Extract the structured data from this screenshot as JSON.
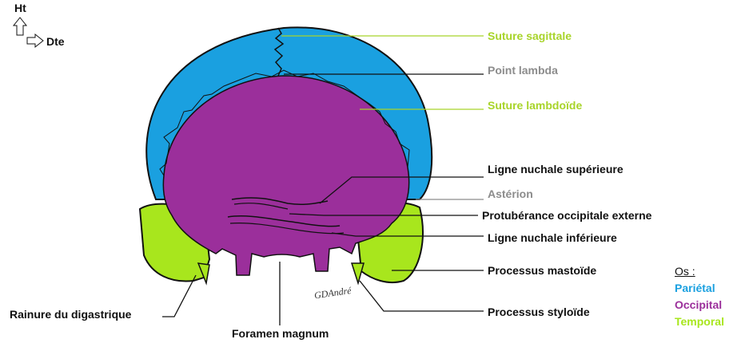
{
  "orientation": {
    "up": "Ht",
    "right": "Dte"
  },
  "labels": {
    "suture_sagittale": "Suture sagittale",
    "point_lambda": "Point lambda",
    "suture_lambdoide": "Suture lambdoïde",
    "ligne_nuchale_superieure": "Ligne nuchale supérieure",
    "asterion": "Astérion",
    "protuberance": "Protubérance occipitale externe",
    "ligne_nuchale_inferieure": "Ligne nuchale inférieure",
    "processus_mastoide": "Processus mastoïde",
    "processus_styloide": "Processus styloïde",
    "rainure_digastrique": "Rainure du digastrique",
    "foramen_magnum": "Foramen magnum"
  },
  "legend": {
    "title": "Os :",
    "items": [
      {
        "label": "Pariétal",
        "color": "#1aa0e0"
      },
      {
        "label": "Occipital",
        "color": "#9b2f9b"
      },
      {
        "label": "Temporal",
        "color": "#a8e61d"
      }
    ]
  },
  "signature": "GDAndré",
  "colors": {
    "parietal": "#1aa0e0",
    "occipital": "#9b2f9b",
    "temporal": "#a8e61d",
    "label_green": "#a8d42a",
    "label_grey": "#8c8c8c",
    "label_dark": "#111111"
  }
}
